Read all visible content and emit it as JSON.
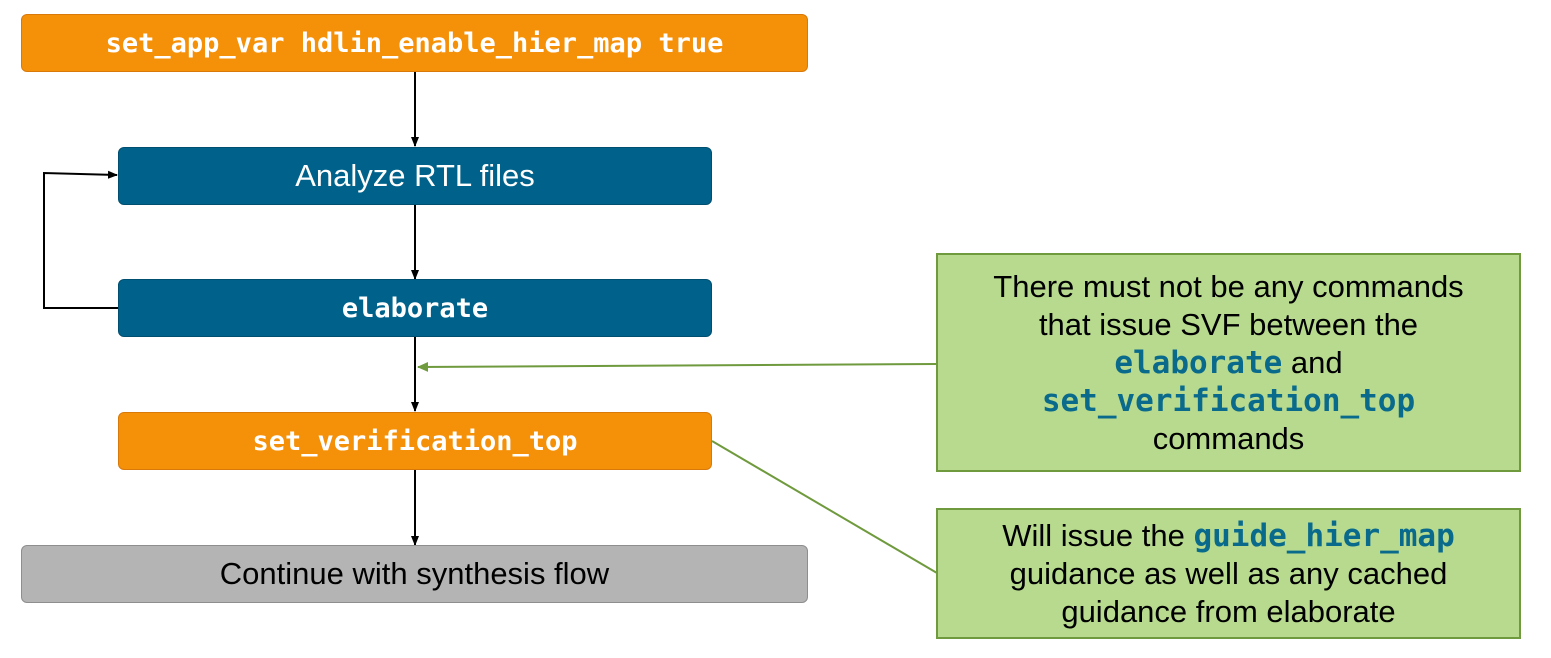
{
  "flow": {
    "step_set_app_var": "set_app_var hdlin_enable_hier_map true",
    "step_analyze": "Analyze RTL files",
    "step_elaborate": "elaborate",
    "step_set_verification_top": "set_verification_top",
    "step_continue": "Continue with synthesis flow"
  },
  "notes": {
    "svf_note": {
      "line1": "There must not be any commands",
      "line2": "that issue SVF between the",
      "code1": "elaborate",
      "word_and": " and",
      "code2": "set_verification_top",
      "line5": "commands"
    },
    "hier_map_note": {
      "prefix": "Will issue the ",
      "code": "guide_hier_map",
      "line2": "guidance as well as any cached",
      "line3": "guidance from elaborate"
    }
  },
  "colors": {
    "orange": "#f59009",
    "teal": "#00628a",
    "grey": "#b4b4b4",
    "note_green": "#b7da8e",
    "note_border": "#6f9a3d",
    "code_blue": "#0a6a8c"
  }
}
